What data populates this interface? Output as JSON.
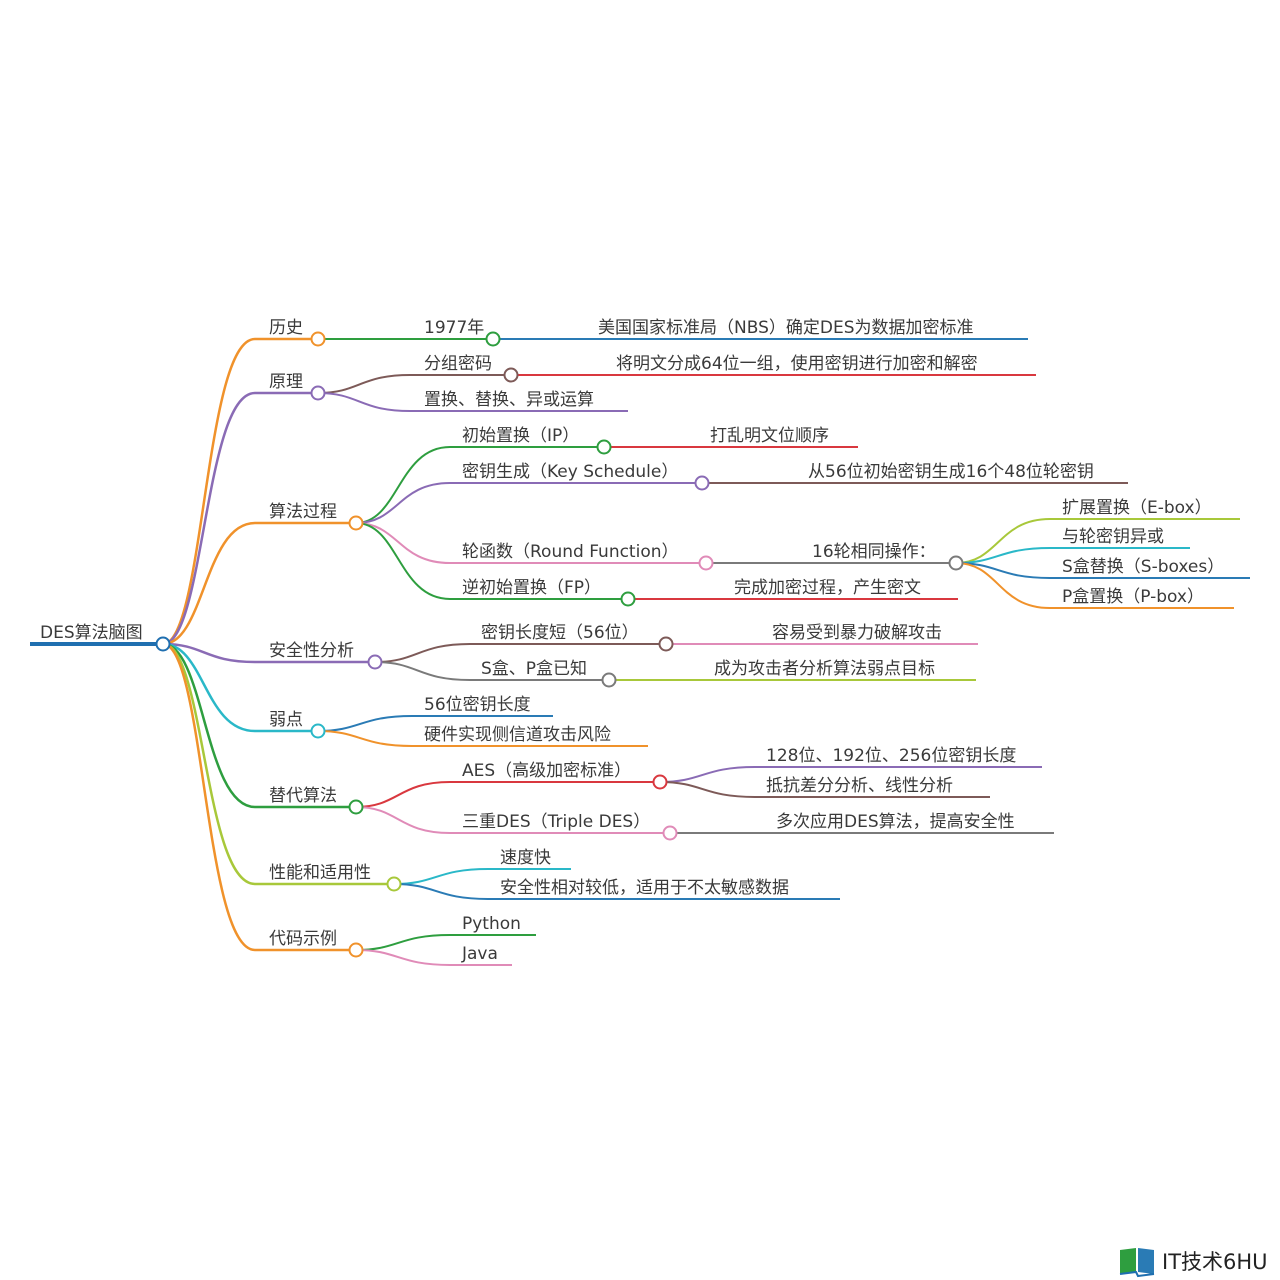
{
  "colors": {
    "root": "#1f6fb0",
    "orange": "#f0922b",
    "purple": "#8a6bb5",
    "brown": "#7d5a58",
    "green": "#2e9e3f",
    "red": "#d9383f",
    "blue": "#2a7bb5",
    "pink": "#e08bb8",
    "teal": "#2ab8c8",
    "lime": "#a8c83a",
    "gray": "#7a7a7a"
  },
  "mindmap": {
    "root": "DES算法脑图",
    "branches": [
      {
        "label": "历史",
        "children": [
          {
            "label": "1977年",
            "children": [
              {
                "label": "美国国家标准局（NBS）确定DES为数据加密标准"
              }
            ]
          }
        ]
      },
      {
        "label": "原理",
        "children": [
          {
            "label": "分组密码",
            "children": [
              {
                "label": "将明文分成64位一组，使用密钥进行加密和解密"
              }
            ]
          },
          {
            "label": "置换、替换、异或运算"
          }
        ]
      },
      {
        "label": "算法过程",
        "children": [
          {
            "label": "初始置换（IP）",
            "children": [
              {
                "label": "打乱明文位顺序"
              }
            ]
          },
          {
            "label": "密钥生成（Key Schedule）",
            "children": [
              {
                "label": "从56位初始密钥生成16个48位轮密钥"
              }
            ]
          },
          {
            "label": "轮函数（Round Function）",
            "children": [
              {
                "label": "16轮相同操作：",
                "children": [
                  {
                    "label": "扩展置换（E-box）"
                  },
                  {
                    "label": "与轮密钥异或"
                  },
                  {
                    "label": "S盒替换（S-boxes）"
                  },
                  {
                    "label": "P盒置换（P-box）"
                  }
                ]
              }
            ]
          },
          {
            "label": "逆初始置换（FP）",
            "children": [
              {
                "label": "完成加密过程，产生密文"
              }
            ]
          }
        ]
      },
      {
        "label": "安全性分析",
        "children": [
          {
            "label": "密钥长度短（56位）",
            "children": [
              {
                "label": "容易受到暴力破解攻击"
              }
            ]
          },
          {
            "label": "S盒、P盒已知",
            "children": [
              {
                "label": "成为攻击者分析算法弱点目标"
              }
            ]
          }
        ]
      },
      {
        "label": "弱点",
        "children": [
          {
            "label": "56位密钥长度"
          },
          {
            "label": "硬件实现侧信道攻击风险"
          }
        ]
      },
      {
        "label": "替代算法",
        "children": [
          {
            "label": "AES（高级加密标准）",
            "children": [
              {
                "label": "128位、192位、256位密钥长度"
              },
              {
                "label": "抵抗差分分析、线性分析"
              }
            ]
          },
          {
            "label": "三重DES（Triple DES）",
            "children": [
              {
                "label": "多次应用DES算法，提高安全性"
              }
            ]
          }
        ]
      },
      {
        "label": "性能和适用性",
        "children": [
          {
            "label": "速度快"
          },
          {
            "label": "安全性相对较低，适用于不太敏感数据"
          }
        ]
      },
      {
        "label": "代码示例",
        "children": [
          {
            "label": "Python"
          },
          {
            "label": "Java"
          }
        ]
      }
    ]
  },
  "watermark": {
    "text": "IT技术6HU",
    "icon": "book-icon"
  }
}
